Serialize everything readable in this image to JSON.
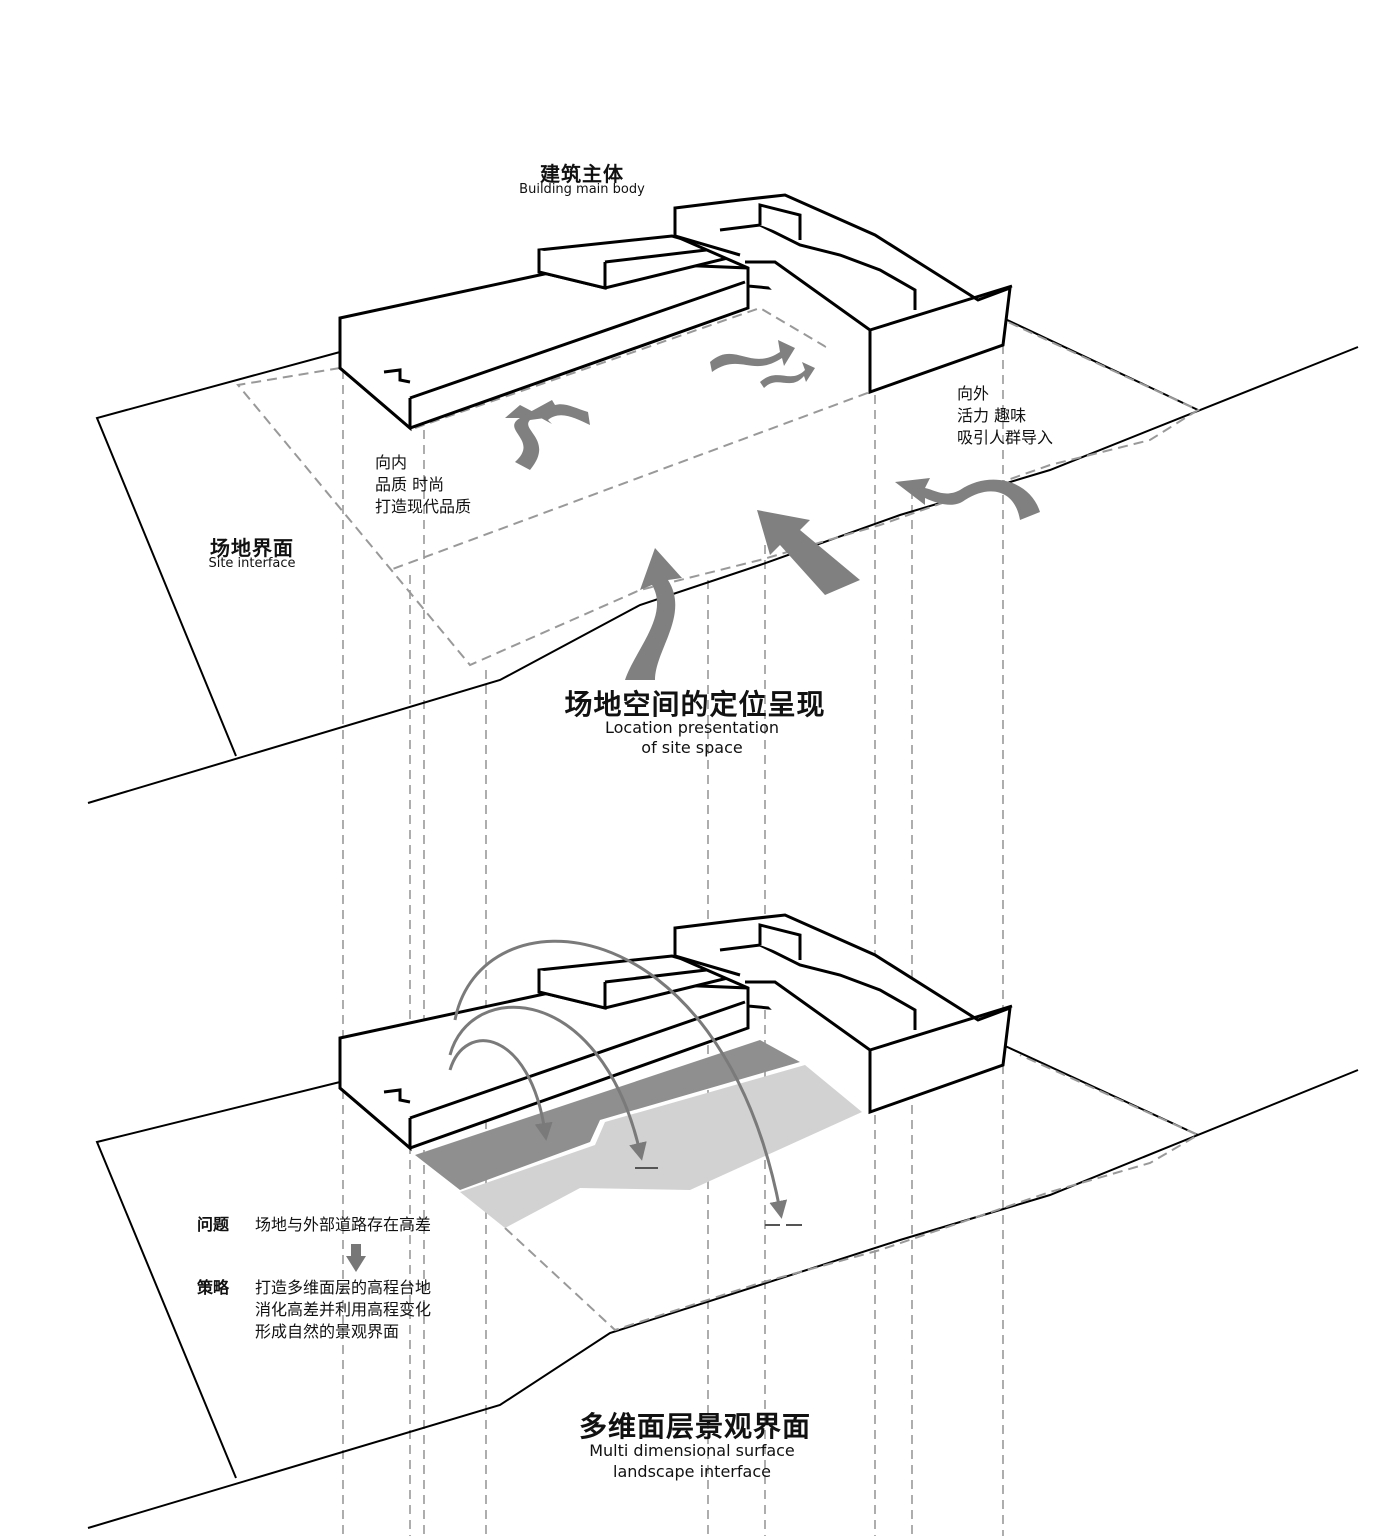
{
  "labels": {
    "building_cn": "建筑主体",
    "building_en": "Building main body",
    "site_interface_cn": "场地界面",
    "site_interface_en": "Site interface",
    "inward": [
      "向内",
      "品质 时尚",
      "打造现代品质"
    ],
    "outward": [
      "向外",
      "活力 趣味",
      "吸引人群导入"
    ],
    "location_cn": "场地空间的定位呈现",
    "location_en": [
      "Location presentation",
      "of site space"
    ],
    "problem_label": "问题",
    "problem_text": "场地与外部道路存在高差",
    "strategy_label": "策略",
    "strategy_text": [
      "打造多维面层的高程台地",
      "消化高差并利用高程变化",
      "形成自然的景观界面"
    ],
    "multi_cn": "多维面层景观界面",
    "multi_en": [
      "Multi dimensional surface",
      "landscape interface"
    ]
  },
  "colors": {
    "line": "#000000",
    "dashed": "#999999",
    "arrow": "#7a7a7a",
    "terrace_dark": "#8f8f8f",
    "terrace_light": "#d2d2d2"
  },
  "icons": [
    "flow-arrow-icon",
    "down-arrow-icon"
  ]
}
